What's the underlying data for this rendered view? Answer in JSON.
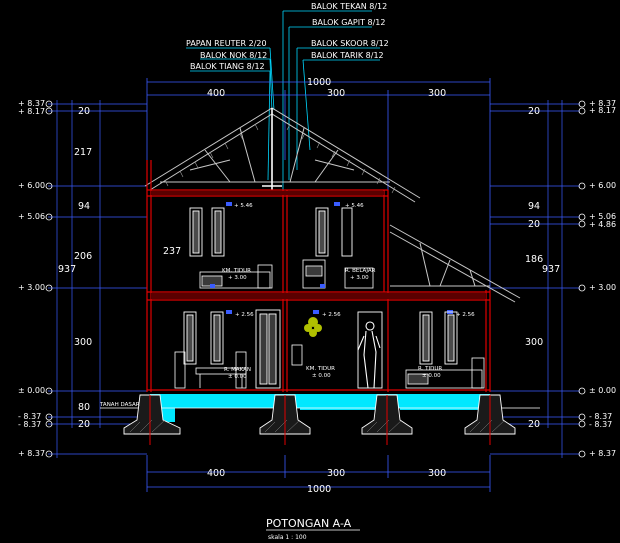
{
  "labels": {
    "balok_tekan": "BALOK TEKAN 8/12",
    "balok_gapit": "BALOK GAPIT 8/12",
    "papan_reuter": "PAPAN REUTER 2/20",
    "balok_skoor": "BALOK SKOOR 8/12",
    "balok_nok": "BALOK NOK 8/12",
    "balok_tarik": "BALOK TARIK 8/12",
    "balok_tiang": "BALOK TIANG 8/12"
  },
  "dims": {
    "top_total": "1000",
    "top_a": "400",
    "top_b": "300",
    "top_c": "300",
    "bot_a": "400",
    "bot_b": "300",
    "bot_c": "300",
    "bot_total": "1000",
    "l_20a": "20",
    "l_217": "217",
    "l_94": "94",
    "l_237": "237",
    "l_206": "206",
    "l_937": "937",
    "l_300": "300",
    "l_80": "80",
    "l_20b": "20",
    "r_20a": "20",
    "r_94": "94",
    "r_20b": "20",
    "r_186": "186",
    "r_937": "937",
    "r_300": "300",
    "r_20c": "20"
  },
  "levels": {
    "p837": "+ 8.37",
    "p817": "+ 8.17",
    "p600": "+ 6.00",
    "p506": "+ 5.06",
    "p486": "+ 4.86",
    "p300": "+ 3.00",
    "p000": "± 0.00",
    "m837": "- 8.37",
    "m837b": "- 8.37"
  },
  "rooms": {
    "up_left_level": "+ 5.46",
    "up_mid_level": "+ 5.46",
    "km_tidur_up": "KM. TIDUR",
    "km_tidur_up_lvl": "+ 3.00",
    "r_belajar": "R. BELAJAR",
    "r_belajar_lvl": "+ 3.00",
    "low_left_level": "+ 2.56",
    "low_mid_level": "+ 2.56",
    "low_right_level": "+ 2.56",
    "r_makan": "R. MAKAN",
    "r_makan_lvl": "± 0.00",
    "km_tidur_low": "KM. TIDUR",
    "km_tidur_low_lvl": "± 0.00",
    "r_tidur_right": "R. TIDUR",
    "r_tidur_right_lvl": "± 0.00",
    "tanah_dasar": "TANAH DASAR"
  },
  "footer": {
    "title": "POTONGAN A-A",
    "scale": "skala 1 : 100"
  },
  "colors": {
    "wall_red": "#e00000",
    "dim_blue": "#3a5cff",
    "leader_cyan": "#00d8ff",
    "soil_cyan": "#00e8ff",
    "line_white": "#ffffff",
    "roof_gray": "#c8c8c8"
  }
}
